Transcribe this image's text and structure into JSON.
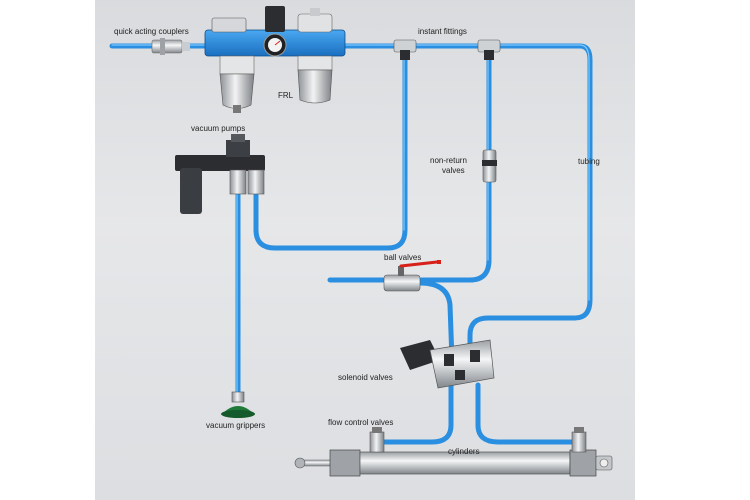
{
  "labels": {
    "quick_acting_couplers": "quick acting couplers",
    "instant_fittings": "instant fittings",
    "frl": "FRL",
    "vacuum_pumps": "vacuum pumps",
    "non_return_valves_line1": "non-return",
    "non_return_valves_line2": "valves",
    "tubing": "tubing",
    "ball_valves": "ball valves",
    "solenoid_valves": "solenoid valves",
    "flow_control_valves": "flow control valves",
    "vacuum_grippers": "vacuum grippers",
    "cylinders": "cylinders"
  },
  "colors": {
    "tube": "#2a8fe0",
    "tube_highlight": "#7cc4ff",
    "metal": "#b9bcc0",
    "dark_part": "#2b2d31",
    "valve_handle": "#d8201a",
    "panel": "#e0e1e3"
  }
}
